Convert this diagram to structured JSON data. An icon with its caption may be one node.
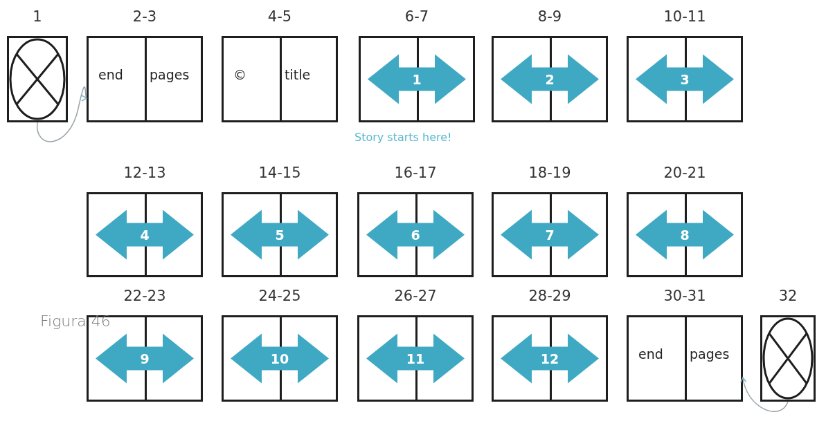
{
  "diagram": {
    "caption": "Figura 46",
    "nodes": [
      {
        "text": [],
        "shape": "box",
        "beside": [
          "1"
        ]
      },
      {
        "text": [
          "end",
          "pages"
        ],
        "beside": [
          "2-3"
        ]
      },
      {
        "text": [
          "©",
          "title"
        ],
        "beside": [
          "4-5"
        ]
      },
      {
        "text": [
          "1"
        ],
        "beside": [
          "6-7",
          "Story starts here!"
        ]
      },
      {
        "text": [
          "2"
        ],
        "beside": [
          "8-9"
        ]
      },
      {
        "text": [
          "3"
        ],
        "beside": [
          "10-11"
        ]
      },
      {
        "text": [
          "4"
        ],
        "beside": [
          "12-13"
        ]
      },
      {
        "text": [
          "5"
        ],
        "beside": [
          "14-15"
        ]
      },
      {
        "text": [
          "6"
        ],
        "beside": [
          "16-17"
        ]
      },
      {
        "text": [
          "7"
        ],
        "beside": [
          "18-19"
        ]
      },
      {
        "text": [
          "8"
        ],
        "beside": [
          "20-21"
        ]
      },
      {
        "text": [
          "9"
        ],
        "beside": [
          "22-23"
        ]
      },
      {
        "text": [
          "10"
        ],
        "beside": [
          "24-25"
        ]
      },
      {
        "text": [
          "11"
        ],
        "beside": [
          "26-27"
        ]
      },
      {
        "text": [
          "12"
        ],
        "beside": [
          "28-29"
        ]
      },
      {
        "text": [
          "end",
          "pages"
        ],
        "beside": [
          "30-31"
        ]
      },
      {
        "text": [],
        "shape": "box",
        "beside": [
          "32"
        ]
      }
    ],
    "edges": [
      {
        "from": 0,
        "to": 1,
        "arrow": "to"
      },
      {
        "from": 16,
        "to": 15,
        "arrow": "to"
      }
    ]
  }
}
